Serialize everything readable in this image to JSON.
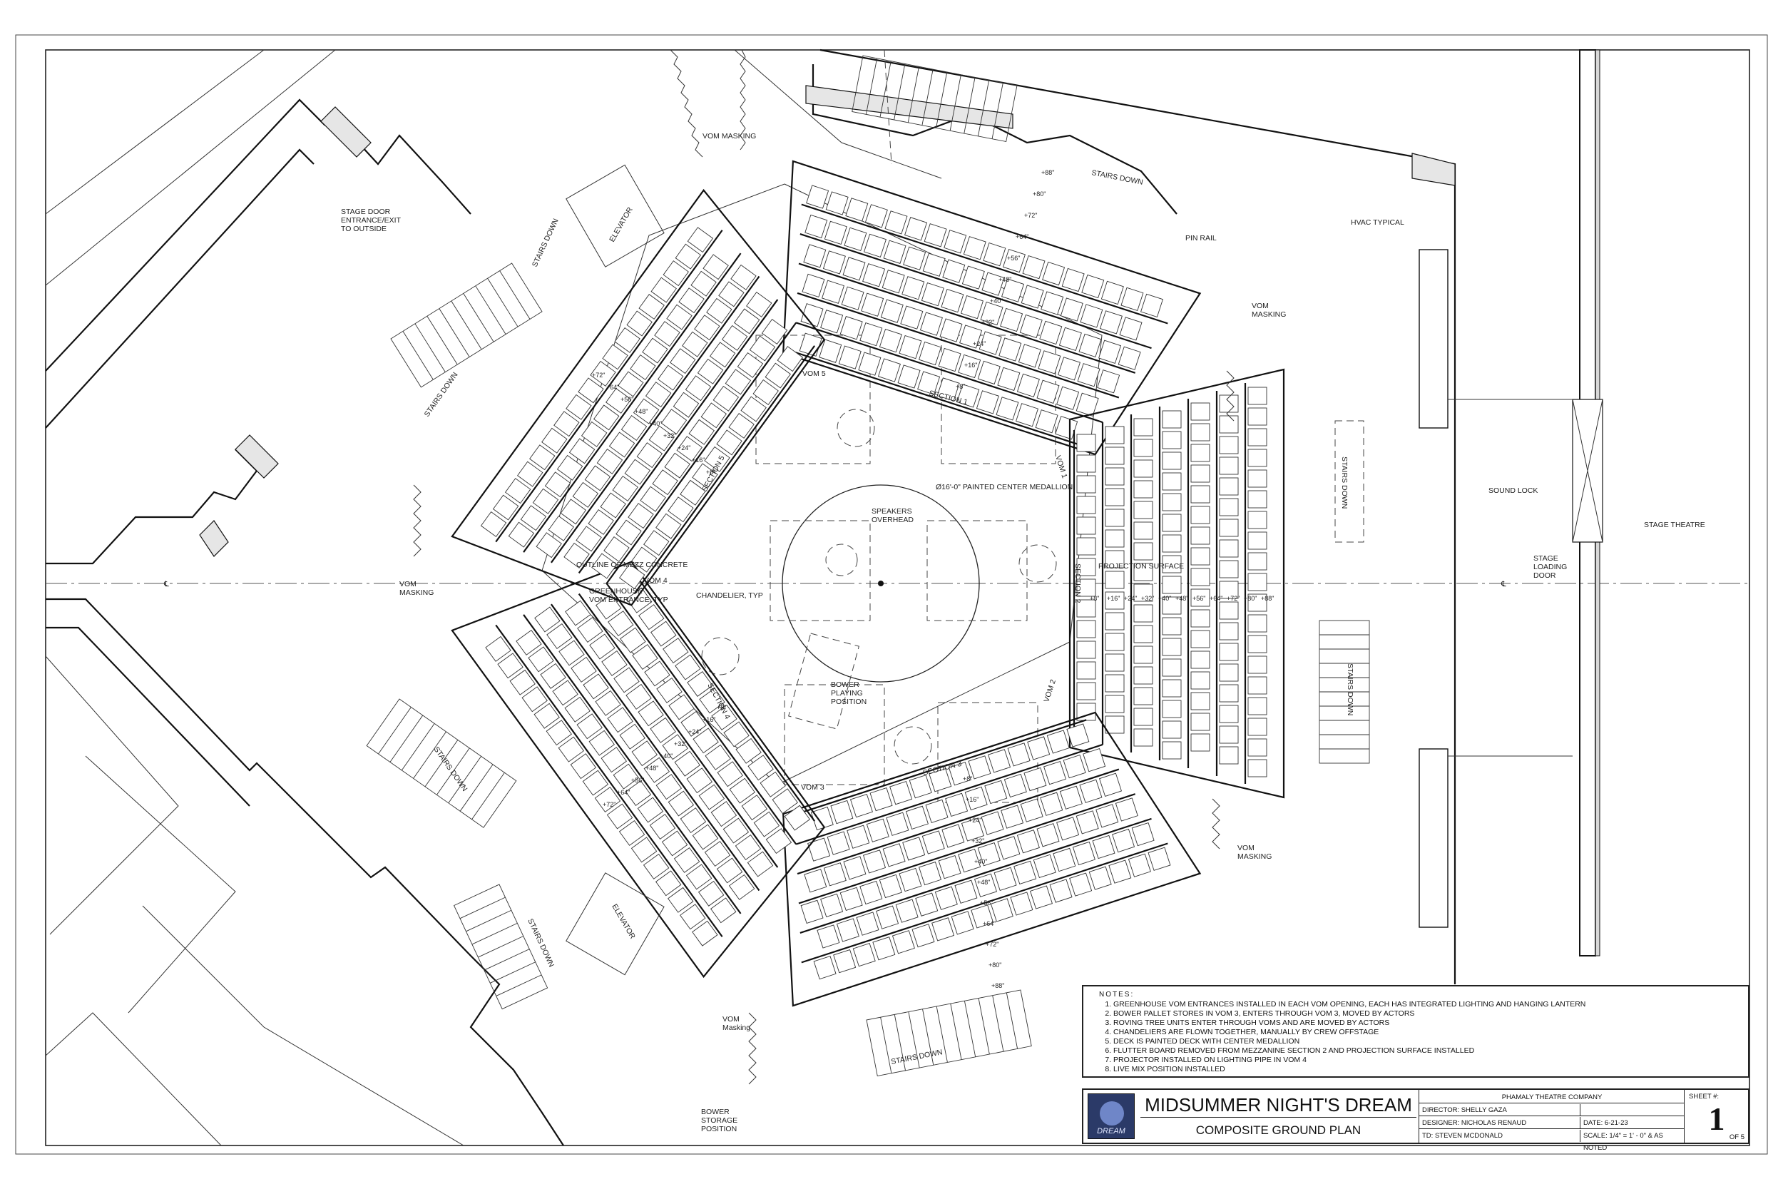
{
  "labels": {
    "vom_masking_top": "VOM MASKING",
    "vom_masking_right": "VOM\nMASKING",
    "vom_masking_left": "VOM\nMASKING",
    "vom_masking_lower_right": "VOM\nMASKING",
    "vom_masking_bottom": "VOM\nMasking",
    "stairs_down": "STAIRS DOWN",
    "stage_door": "STAGE DOOR\nENTRANCE/EXIT\nTO OUTSIDE",
    "elevator": "ELEVATOR",
    "pin_rail": "PIN RAIL",
    "hvac": "HVAC TYPICAL",
    "sound_lock": "SOUND LOCK",
    "stage_theatre": "STAGE THEATRE",
    "stage_loading_door": "STAGE\nLOADING\nDOOR",
    "vom_1": "VOM 1",
    "vom_2": "VOM 2",
    "vom_3": "VOM 3",
    "vom_4": "VOM 4",
    "vom_5": "VOM 5",
    "section_1": "SECTION 1",
    "section_2": "SECTION 2",
    "section_3": "SECTION 3",
    "section_4": "SECTION 4",
    "section_5": "SECTION 5",
    "medallion": "Ø16'-0\" PAINTED CENTER MEDALLION",
    "speakers": "SPEAKERS\nOVERHEAD",
    "outline_mezz": "OUTLINE OF MEZZ CONCRETE",
    "greenhouse": "GREENHOUSE\nVOM ENTRANCE, TYP",
    "chandelier": "CHANDELIER, TYP",
    "bower_playing": "BOWER\nPLAYING\nPOSITION",
    "bower_storage": "BOWER\nSTORAGE\nPOSITION",
    "projection_surface": "PROJECTION SURFACE",
    "center_line": "℄"
  },
  "row_elevations": [
    "+8\"",
    "+16\"",
    "+24\"",
    "+32\"",
    "+40\"",
    "+48\"",
    "+56\"",
    "+64\"",
    "+72\"",
    "+80\"",
    "+88\""
  ],
  "notes": {
    "title": "NOTES:",
    "items": [
      "GREENHOUSE VOM ENTRANCES INSTALLED IN EACH VOM OPENING, EACH HAS INTEGRATED LIGHTING AND HANGING LANTERN",
      "BOWER PALLET STORES IN VOM 3, ENTERS THROUGH VOM 3, MOVED BY ACTORS",
      "ROVING TREE UNITS ENTER THROUGH VOMS AND ARE MOVED BY ACTORS",
      "CHANDELIERS ARE FLOWN TOGETHER, MANUALLY BY CREW OFFSTAGE",
      "DECK IS PAINTED DECK WITH CENTER MEDALLION",
      "FLUTTER BOARD REMOVED FROM MEZZANINE SECTION 2 AND PROJECTION SURFACE INSTALLED",
      "PROJECTOR INSTALLED ON LIGHTING PIPE IN VOM 4",
      "LIVE MIX POSITION INSTALLED"
    ]
  },
  "title_block": {
    "show_title": "MIDSUMMER NIGHT'S DREAM",
    "sheet_title": "COMPOSITE GROUND PLAN",
    "company": "PHAMALY THEATRE COMPANY",
    "director": "DIRECTOR: SHELLY GAZA",
    "designer": "DESIGNER: NICHOLAS RENAUD",
    "td": "TD: STEVEN MCDONALD",
    "date": "DATE: 6-21-23",
    "scale": "SCALE: 1/4\" = 1' - 0\" & AS NOTED",
    "sheet_label": "SHEET #:",
    "sheet_number": "1",
    "sheet_of": "OF 5",
    "logo_text": "DREAM"
  }
}
